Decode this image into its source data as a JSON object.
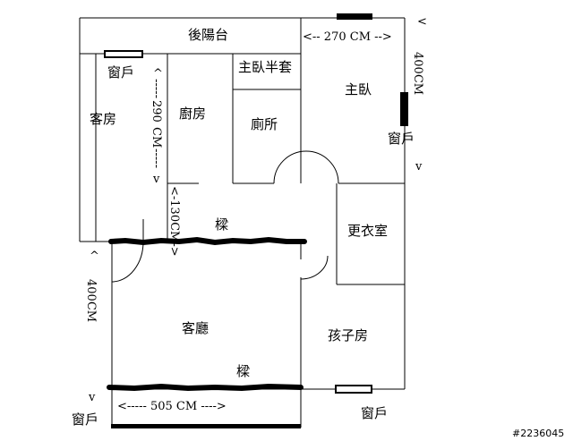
{
  "plan": {
    "rooms": {
      "rear_balcony": "後陽台",
      "guest_room": "客房",
      "kitchen": "廚房",
      "master_half_bath": "主臥半套",
      "toilet": "廁所",
      "master_bedroom": "主臥",
      "walk_in_closet": "更衣室",
      "living_room": "客廳",
      "kids_room": "孩子房"
    },
    "windows": {
      "guest_room": "窗戶",
      "master_bedroom": "窗戶",
      "bottom_left": "窗戶",
      "kids_room": "窗戶"
    },
    "beams": {
      "upper": "樑",
      "lower": "樑"
    },
    "dimensions": {
      "master_width": "<--  270 CM -->",
      "master_height_top": "<",
      "master_height": "400CM",
      "master_height_bottom": "v",
      "kitchen_height_top": "^",
      "kitchen_height_dashes_top": "-----",
      "kitchen_height_value": "290",
      "kitchen_height_unit": "CM",
      "kitchen_height_dashes_bottom": "-----",
      "kitchen_height_bottom": "v",
      "corridor": "<-130CM->",
      "living_height_top": "^",
      "living_height": "400CM",
      "living_height_bottom": "v",
      "living_width": "<-----   505 CM   ---->"
    },
    "watermark": "#2236045"
  }
}
